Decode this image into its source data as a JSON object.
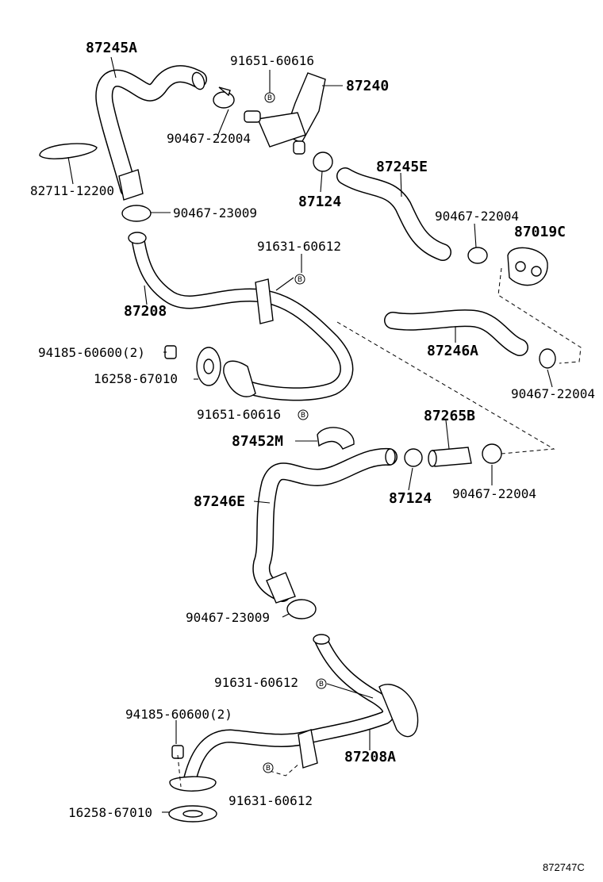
{
  "labels": {
    "p87245A": "87245A",
    "p91651_60616_top": "91651-60616",
    "p87240": "87240",
    "p90467_22004_a": "90467-22004",
    "p82711_12200": "82711-12200",
    "p87124_a": "87124",
    "p87245E": "87245E",
    "p90467_23009_a": "90467-23009",
    "p90467_22004_b": "90467-22004",
    "p87019C": "87019C",
    "p91631_60612_a": "91631-60612",
    "p87208": "87208",
    "p94185_60600_a": "94185-60600(2)",
    "p16258_67010_a": "16258-67010",
    "p87246A": "87246A",
    "p90467_22004_c": "90467-22004",
    "p91651_60616_mid": "91651-60616",
    "p87265B": "87265B",
    "p87452M": "87452M",
    "p87124_b": "87124",
    "p90467_22004_d": "90467-22004",
    "p87246E": "87246E",
    "p90467_23009_b": "90467-23009",
    "p91631_60612_b": "91631-60612",
    "p94185_60600_b": "94185-60600(2)",
    "p87208A": "87208A",
    "p91631_60612_c": "91631-60612",
    "p16258_67010_b": "16258-67010",
    "b_mark": "B",
    "diagram_code": "872747C"
  }
}
